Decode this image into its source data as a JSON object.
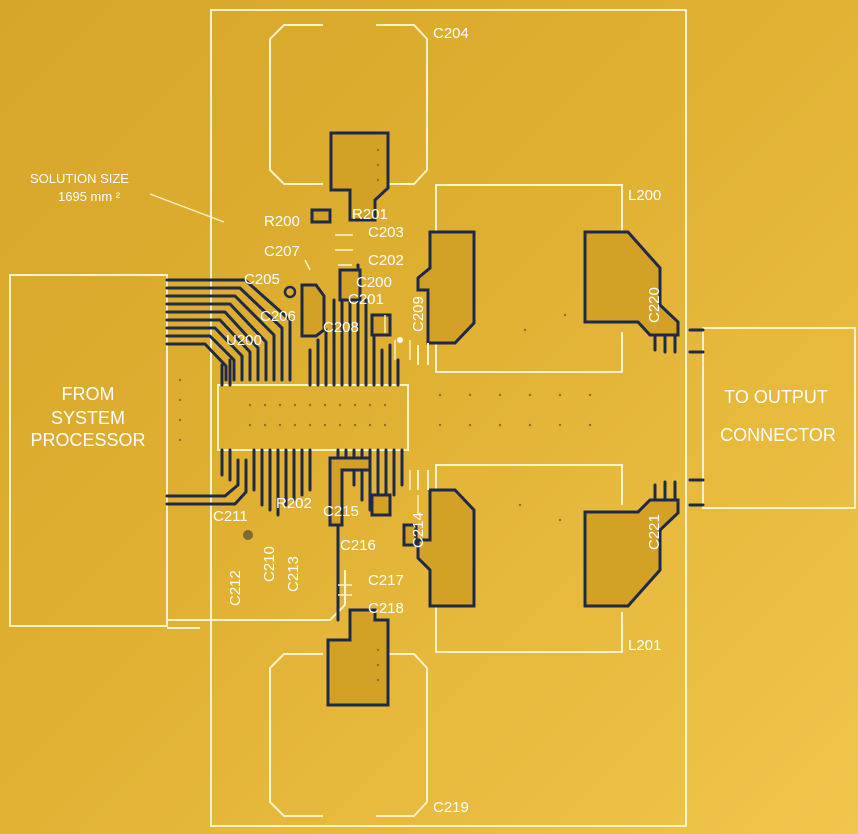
{
  "annotation": {
    "solution_size_line1": "SOLUTION SIZE",
    "solution_size_line2": "1695 mm ²"
  },
  "left_box": {
    "line1": "FROM",
    "line2": "SYSTEM",
    "line3": "PROCESSOR"
  },
  "right_box": {
    "line1": "TO OUTPUT",
    "line2": "CONNECTOR"
  },
  "components": {
    "c204": "C204",
    "l200": "L200",
    "r200": "R200",
    "r201": "R201",
    "c203": "C203",
    "c207": "C207",
    "c202": "C202",
    "c205": "C205",
    "c200": "C200",
    "c201": "C201",
    "c206": "C206",
    "c208": "C208",
    "c209": "C209",
    "u200": "U200",
    "c220": "C220",
    "c211": "C211",
    "r202": "R202",
    "c215": "C215",
    "c214": "C214",
    "c221": "C221",
    "c210": "C210",
    "c213": "C213",
    "c216": "C216",
    "c212": "C212",
    "c217": "C217",
    "c218": "C218",
    "l201": "L201",
    "c219": "C219"
  },
  "colors": {
    "board": "#e0b032",
    "copper_outline": "#1f2a4a",
    "silkscreen": "#fff3c8"
  }
}
